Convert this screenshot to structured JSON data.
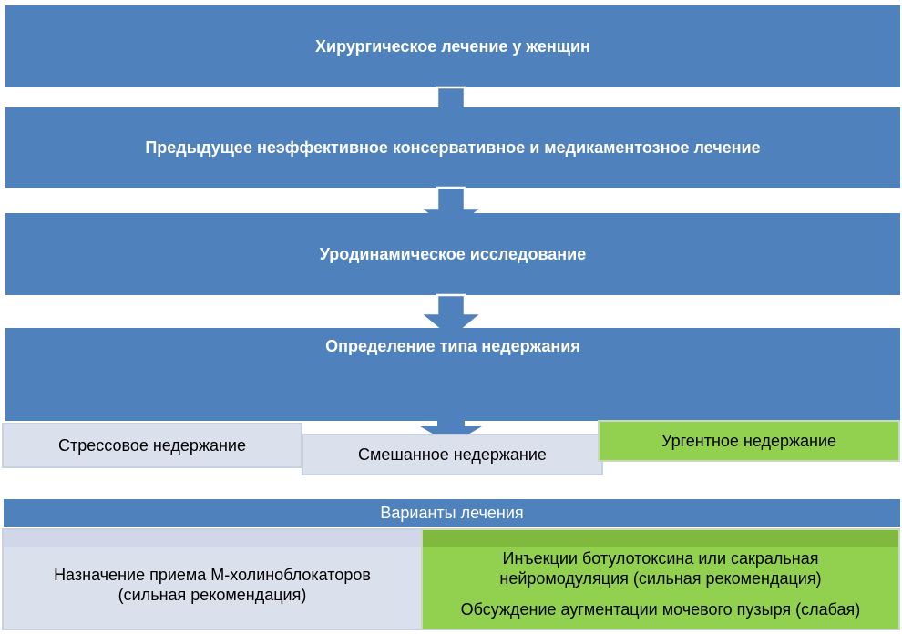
{
  "colors": {
    "box_blue": "#4f81bd",
    "arrow_outline": "#ffffff",
    "pale_box": "#dae0ec",
    "green_box": "#92d050",
    "text_on_blue": "#ffffff",
    "text_on_light": "#000000"
  },
  "steps": [
    "Хирургическое лечение у женщин",
    "Предыдущее неэффективное консервативное и медикаментозное лечение",
    "Уродинамическое исследование",
    "Определение типа недержания"
  ],
  "types": {
    "stress": "Стрессовое недержание",
    "mixed": "Смешанное недержание",
    "urgent": "Ургентное недержание"
  },
  "variants": {
    "title": "Варианты лечения",
    "left": {
      "line1": "Назначение приема М-холиноблокаторов",
      "line2": "(сильная рекомендация)"
    },
    "right": {
      "line1": "Инъекции ботулотоксина  или сакральная",
      "line2": "нейромодуляция (сильная рекомендация)",
      "line3": "Обсуждение аугментации мочевого пузыря (слабая)"
    }
  }
}
